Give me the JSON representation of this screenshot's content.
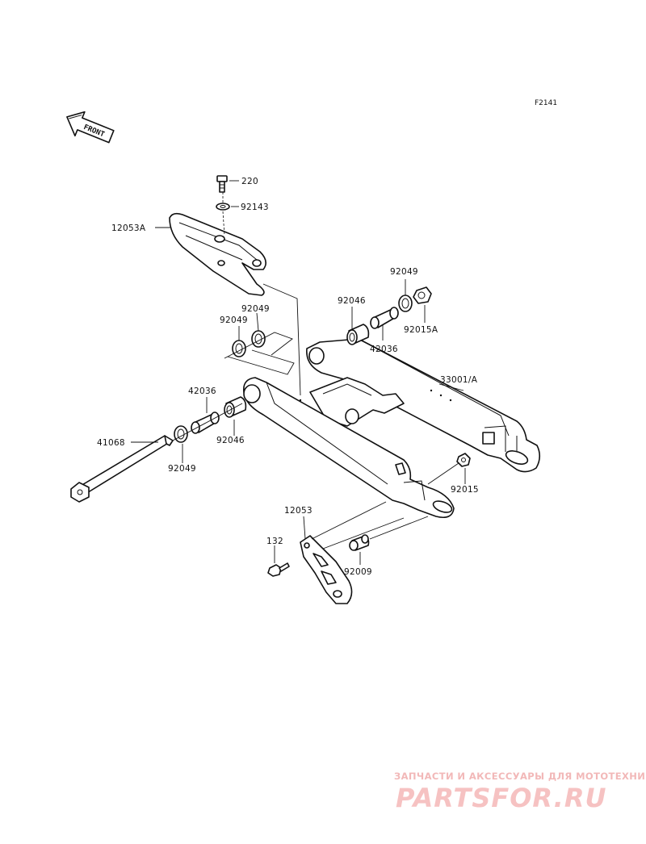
{
  "figure_code": "F2141",
  "direction_arrow": {
    "label": "FRONT",
    "icon": "front-arrow-icon"
  },
  "part_labels": {
    "bolt_220": "220",
    "washer_92143": "92143",
    "chain_guide_12053A": "12053A",
    "seal_92049_right": "92049",
    "collar_92046_right": "92046",
    "nut_92015A": "92015A",
    "sleeve_42036_right": "42036",
    "seal_92049_left_upper": "92049",
    "seal_92049_left_inner": "92049",
    "swingarm_33001A": "33001/A",
    "sleeve_42036_left": "42036",
    "collar_92046_left": "92046",
    "pivot_shaft_41068": "41068",
    "seal_92049_left_lower": "92049",
    "nut_92015": "92015",
    "guard_12053": "12053",
    "bolt_132": "132",
    "collar_92009": "92009"
  },
  "watermark": {
    "line1": "ЗАПЧАСТИ И АКСЕССУАРЫ ДЛЯ МОТОТЕХНИКИ",
    "line2": "PARTSFOR.RU"
  },
  "colors": {
    "line": "#111111",
    "background": "#ffffff",
    "watermark": "#f2b8b8"
  }
}
